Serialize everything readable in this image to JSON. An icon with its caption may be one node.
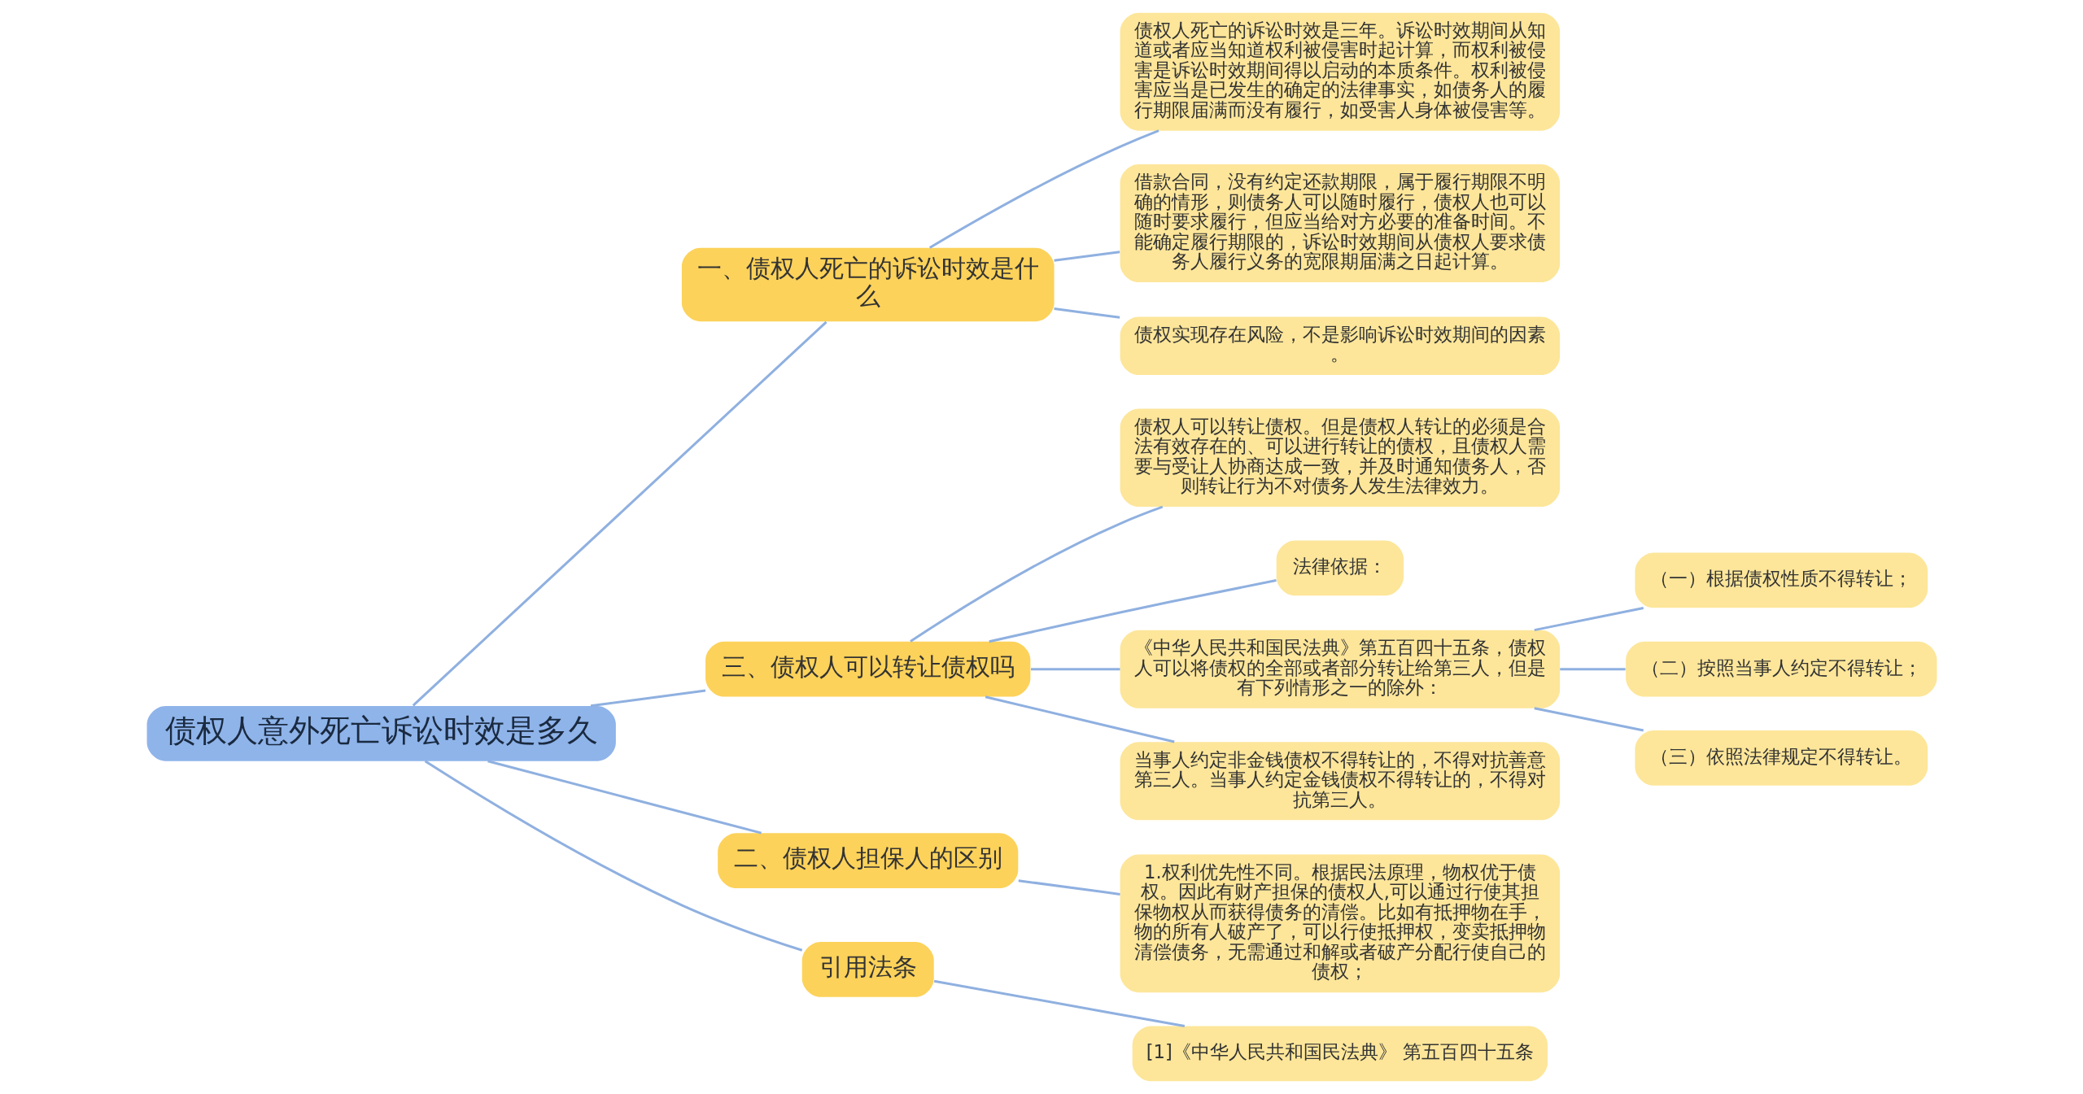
{
  "diagram": {
    "nodes": [
      {
        "text": [
          "债权人意外死亡诉讼时效是多久"
        ]
      },
      {
        "text": [
          "一、债权人死亡的诉讼时效是什么"
        ]
      },
      {
        "text": [
          "债权人死亡的诉讼时效是三年。诉讼时效期间从知道或者应当知道权利被侵害时起计算，而权利被侵害是诉讼时效期间得以启动的本质条件。权利被侵害应当是已发生的确定的法律事实，如债务人的履行期限届满而没有履行，如受害人身体被侵害等。"
        ]
      },
      {
        "text": [
          "借款合同，没有约定还款期限，属于履行期限不明确的情形，则债务人可以随时履行，债权人也可以随时要求履行，但应当给对方必要的准备时间。不能确定履行期限的，诉讼时效期间从债权人要求债务人履行义务的宽限期届满之日起计算。"
        ]
      },
      {
        "text": [
          "债权实现存在风险，不是影响诉讼时效期间的因素。"
        ]
      },
      {
        "text": [
          "三、债权人可以转让债权吗"
        ]
      },
      {
        "text": [
          "债权人可以转让债权。但是债权人转让的必须是合法有效存在的、可以进行转让的债权，且债权人需要与受让人协商达成一致，并及时通知债务人，否则转让行为不对债务人发生法律效力。"
        ]
      },
      {
        "text": [
          "法律依据："
        ]
      },
      {
        "text": [
          "《中华人民共和国民法典》第五百四十五条，债权人可以将债权的全部或者部分转让给第三人，但是有下列情形之一的除外："
        ]
      },
      {
        "text": [
          "（一）根据债权性质不得转让；"
        ]
      },
      {
        "text": [
          "（二）按照当事人约定不得转让；"
        ]
      },
      {
        "text": [
          "（三）依照法律规定不得转让。"
        ]
      },
      {
        "text": [
          "当事人约定非金钱债权不得转让的，不得对抗善意第三人。当事人约定金钱债权不得转让的，不得对抗第三人。"
        ]
      },
      {
        "text": [
          "二、债权人担保人的区别"
        ]
      },
      {
        "text": [
          "1.权利优先性不同。根据民法原理，物权优于债权。因此有财产担保的债权人,可以通过行使其担保物权从而获得债务的清偿。比如有抵押物在手，物的所有人破产了，可以行使抵押权，变卖抵押物清偿债务，无需通过和解或者破产分配行使自己的债权；"
        ]
      },
      {
        "text": [
          "引用法条"
        ]
      },
      {
        "text": [
          "[1]《中华人民共和国民法典》 第五百四十五条"
        ]
      }
    ],
    "edges": [
      {
        "from": 0,
        "to": 1,
        "arrow": "none"
      },
      {
        "from": 1,
        "to": 2,
        "arrow": "none"
      },
      {
        "from": 1,
        "to": 3,
        "arrow": "none"
      },
      {
        "from": 1,
        "to": 4,
        "arrow": "none"
      },
      {
        "from": 0,
        "to": 5,
        "arrow": "none"
      },
      {
        "from": 5,
        "to": 6,
        "arrow": "none"
      },
      {
        "from": 5,
        "to": 7,
        "arrow": "none"
      },
      {
        "from": 5,
        "to": 8,
        "arrow": "none"
      },
      {
        "from": 8,
        "to": 9,
        "arrow": "none"
      },
      {
        "from": 8,
        "to": 10,
        "arrow": "none"
      },
      {
        "from": 8,
        "to": 11,
        "arrow": "none"
      },
      {
        "from": 5,
        "to": 12,
        "arrow": "none"
      },
      {
        "from": 0,
        "to": 13,
        "arrow": "none"
      },
      {
        "from": 13,
        "to": 14,
        "arrow": "none"
      },
      {
        "from": 0,
        "to": 15,
        "arrow": "none"
      },
      {
        "from": 15,
        "to": 16,
        "arrow": "none"
      }
    ]
  }
}
